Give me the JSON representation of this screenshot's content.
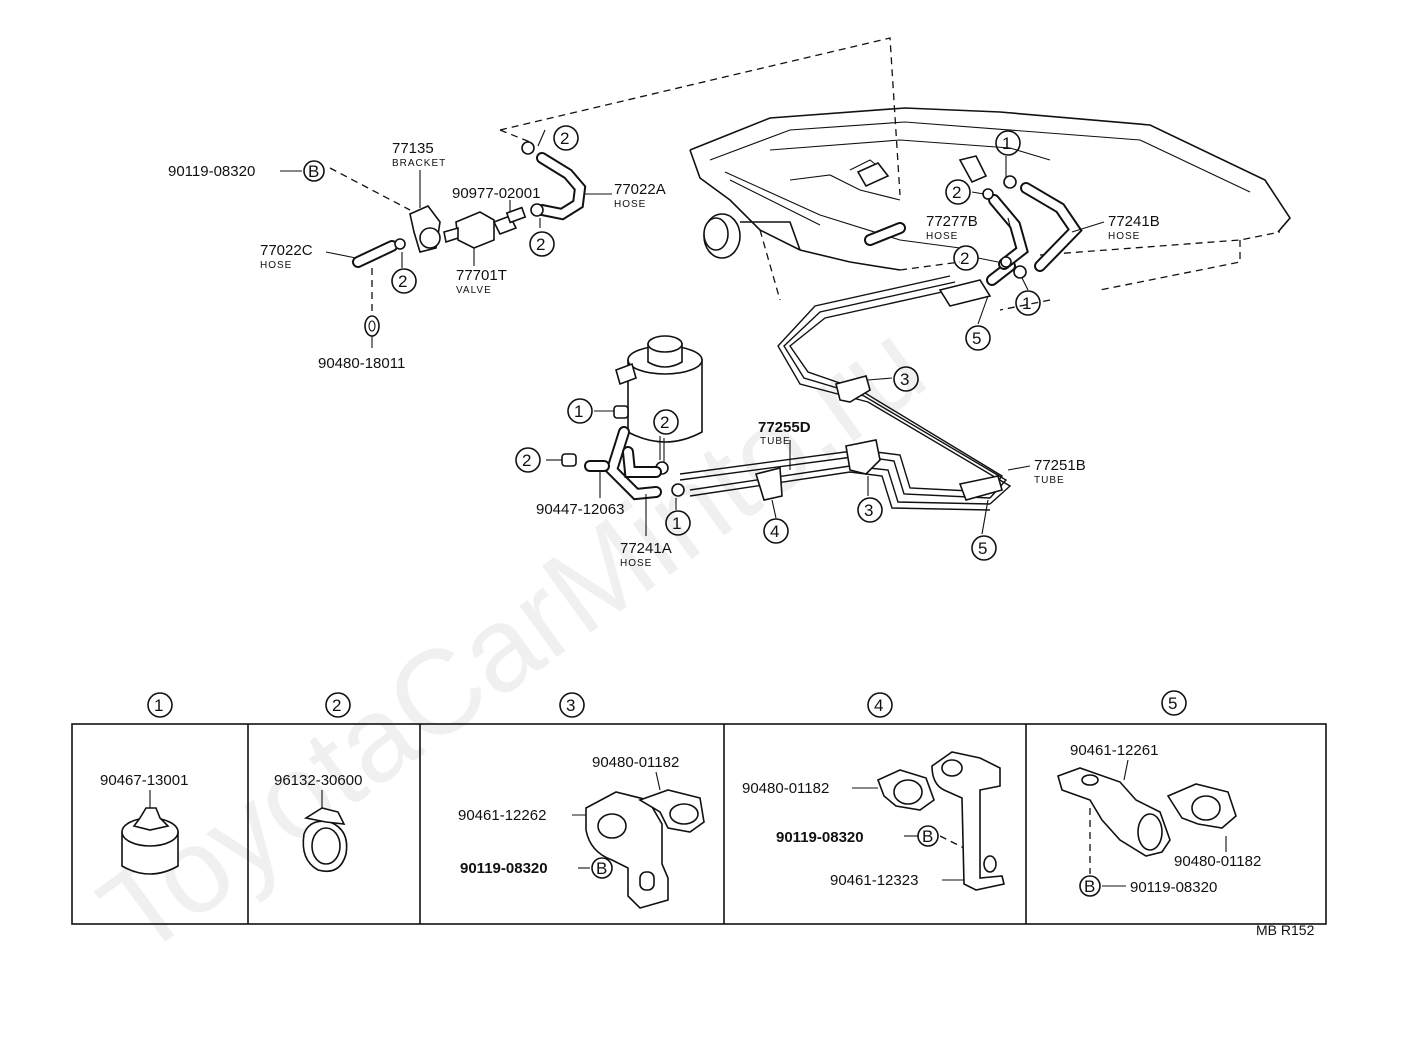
{
  "top_callouts": [
    {
      "part": "90119-08320",
      "ref": "B"
    },
    {
      "part": "77135",
      "sub": "BRACKET"
    },
    {
      "part": "90977-02001"
    },
    {
      "part": "77022A",
      "sub": "HOSE"
    },
    {
      "part": "77022C",
      "sub": "HOSE"
    },
    {
      "part": "77701T",
      "sub": "VALVE"
    },
    {
      "part": "90480-18011"
    },
    {
      "part": "77277B",
      "sub": "HOSE"
    },
    {
      "part": "77241B",
      "sub": "HOSE"
    },
    {
      "part": "77255D",
      "sub": "TUBE"
    },
    {
      "part": "77251B",
      "sub": "TUBE"
    },
    {
      "part": "90447-12063"
    },
    {
      "part": "77241A",
      "sub": "HOSE"
    }
  ],
  "markers": [
    "1",
    "2",
    "3",
    "4",
    "5",
    "B"
  ],
  "panels": [
    {
      "num": "1",
      "parts": [
        "90467-13001"
      ]
    },
    {
      "num": "2",
      "parts": [
        "96132-30600"
      ]
    },
    {
      "num": "3",
      "parts": [
        "90480-01182",
        "90461-12262",
        "90119-08320"
      ],
      "ref": "B"
    },
    {
      "num": "4",
      "parts": [
        "90480-01182",
        "90119-08320",
        "90461-12323"
      ],
      "ref": "B"
    },
    {
      "num": "5",
      "parts": [
        "90461-12261",
        "90480-01182",
        "90119-08320"
      ],
      "ref": "B"
    }
  ],
  "figure_code": "MB R152",
  "watermark": "ToyotaCarMinto.ru"
}
